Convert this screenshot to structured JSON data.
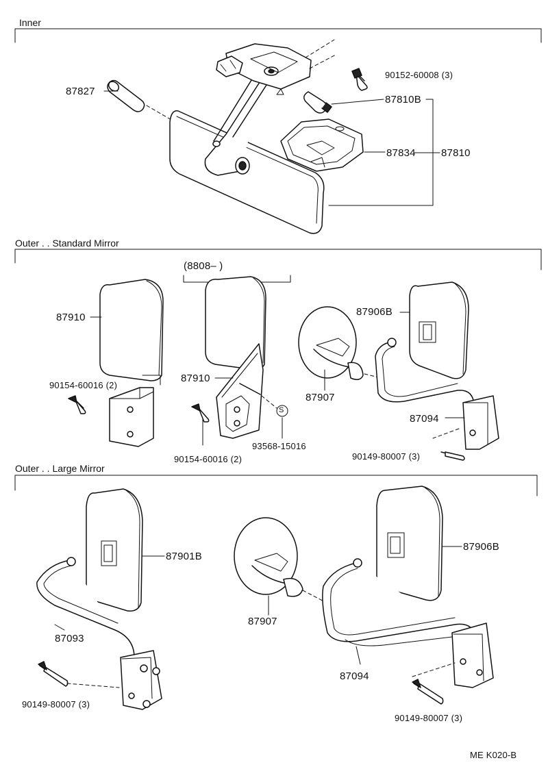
{
  "sections": {
    "inner": "Inner",
    "outer_standard": "Outer . . Standard Mirror",
    "outer_large": "Outer . . Large Mirror"
  },
  "inner_parts": {
    "p87827": "87827",
    "p90152": "90152-60008 (3)",
    "p87810B": "87810B",
    "p87834": "87834",
    "p87810": "87810"
  },
  "standard_parts": {
    "p87910_left": "87910",
    "p90154_left": "90154-60016 (2)",
    "serial_range": "(8808–          )",
    "p87910_mid": "87910",
    "p90154_mid": "90154-60016 (2)",
    "p93568": "93568-15016",
    "s_mark": "S",
    "p87907": "87907",
    "p87906B": "87906B",
    "p87094": "87094",
    "p90149": "90149-80007 (3)"
  },
  "large_parts": {
    "p87901B": "87901B",
    "p87093": "87093",
    "p90149_left": "90149-80007 (3)",
    "p87907": "87907",
    "p87906B": "87906B",
    "p87094": "87094",
    "p90149_right": "90149-80007 (3)"
  },
  "footer": {
    "code": "ME   K020-B"
  }
}
